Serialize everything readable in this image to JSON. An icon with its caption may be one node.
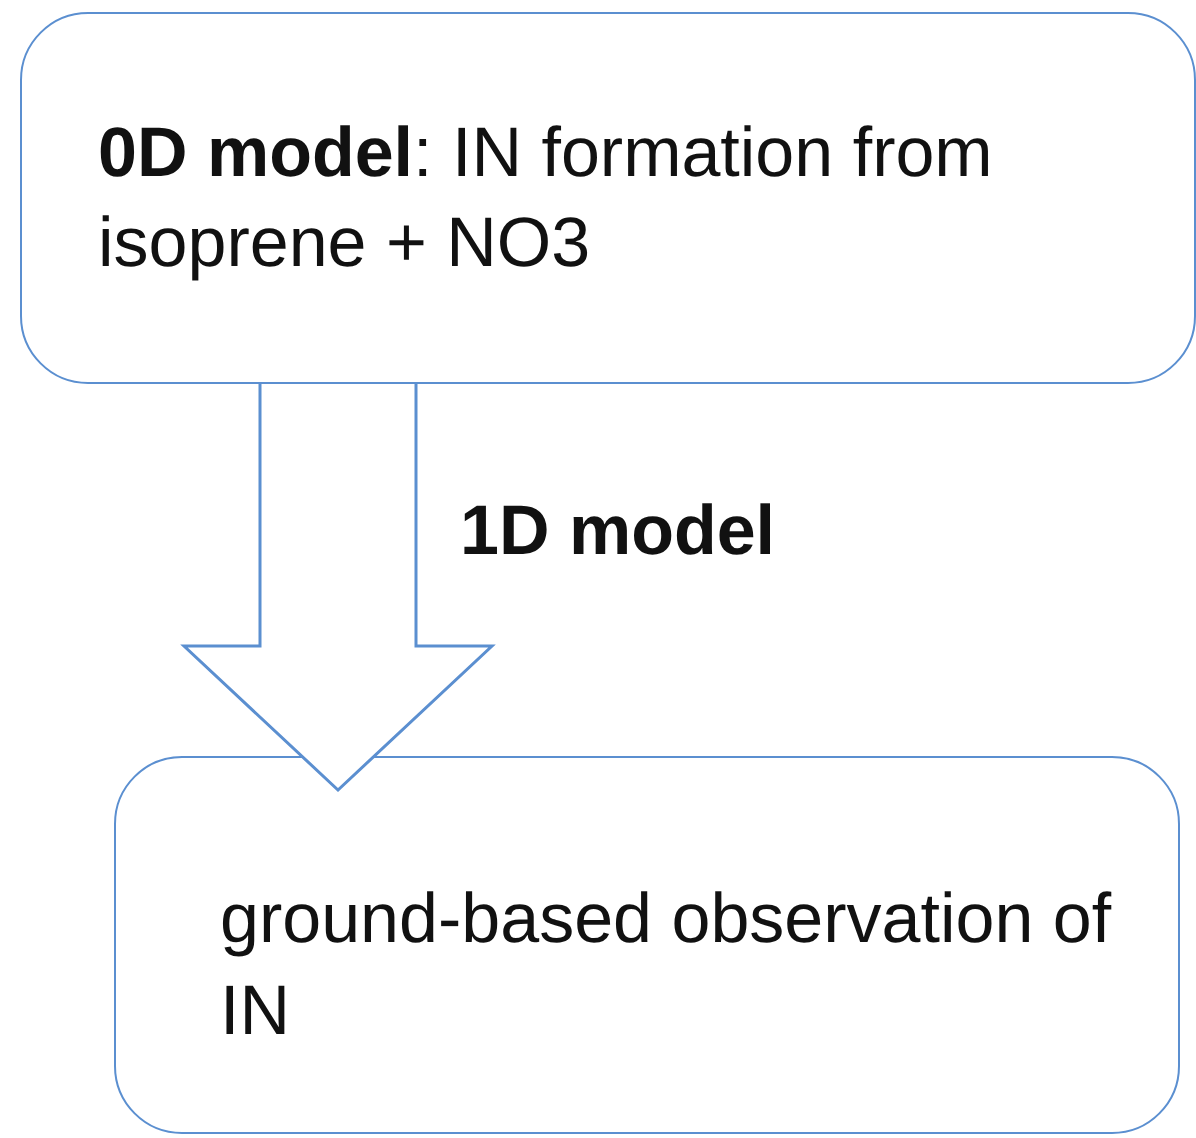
{
  "diagram": {
    "nodes": [
      {
        "text": [
          "**0D model**: IN formation from isoprene + NO3"
        ]
      },
      {
        "text": [
          "ground-based observation of IN"
        ]
      }
    ],
    "edges": [
      {
        "from": 0,
        "to": 1,
        "arrow": "to",
        "label": "1D model"
      }
    ]
  }
}
